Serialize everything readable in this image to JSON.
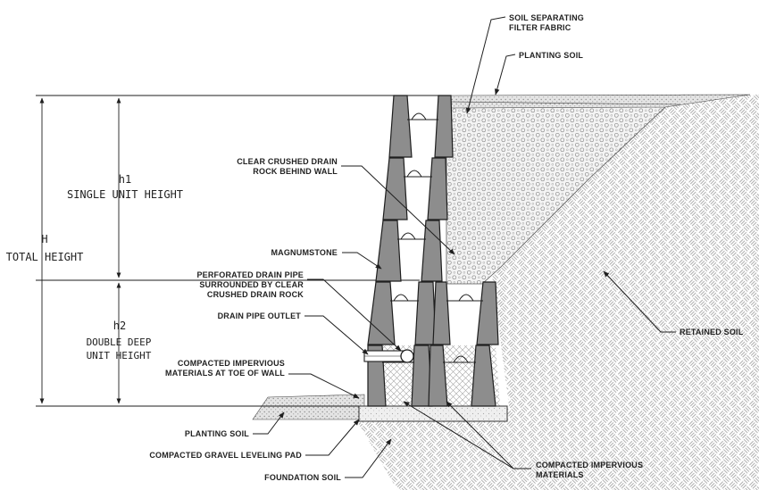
{
  "labels": {
    "filter_fabric": [
      "SOIL SEPARATING",
      "FILTER FABRIC"
    ],
    "planting_soil_top": "PLANTING SOIL",
    "drain_rock": [
      "CLEAR CRUSHED DRAIN",
      "ROCK BEHIND WALL"
    ],
    "magnumstone": "MAGNUMSTONE",
    "drain_pipe": [
      "PERFORATED DRAIN PIPE",
      "SURROUNDED BY CLEAR",
      "CRUSHED DRAIN ROCK"
    ],
    "drain_outlet": "DRAIN PIPE OUTLET",
    "impervious_toe": [
      "COMPACTED IMPERVIOUS",
      "MATERIALS AT TOE OF WALL"
    ],
    "retained_soil": "RETAINED SOIL",
    "planting_soil_bottom": "PLANTING SOIL",
    "leveling_pad": "COMPACTED GRAVEL LEVELING PAD",
    "foundation_soil": "FOUNDATION SOIL",
    "impervious_materials": [
      "COMPACTED IMPERVIOUS",
      "MATERIALS"
    ]
  },
  "dimensions": {
    "h1": {
      "symbol": "h1",
      "lines": [
        "SINGLE UNIT HEIGHT"
      ]
    },
    "total": {
      "symbol": "H",
      "lines": [
        "TOTAL HEIGHT"
      ]
    },
    "h2": {
      "symbol": "h2",
      "lines": [
        "DOUBLE DEEP",
        "UNIT HEIGHT"
      ]
    }
  }
}
